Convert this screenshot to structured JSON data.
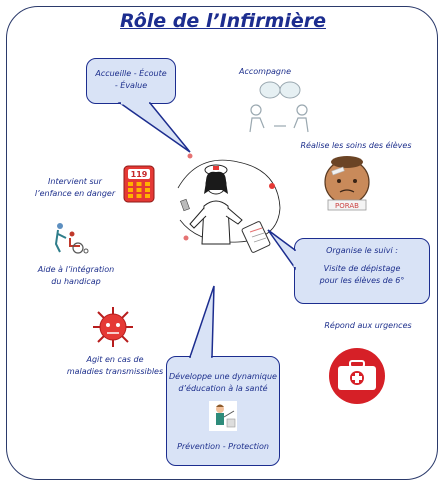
{
  "title": "Rôle de l’Infirmière",
  "roles": {
    "accueille_line1": "Accueille - Écoute",
    "accueille_line2": "- Évalue",
    "accompagne": "Accompagne",
    "soins": "Réalise les soins des élèves",
    "intervient_line1": "Intervient sur",
    "intervient_line2": "l’enfance en danger",
    "aide_line1": "Aide à l’intégration",
    "aide_line2": "du handicap",
    "suivi_title": "Organise le suivi :",
    "suivi_line1": "Visite de dépistage",
    "suivi_line2": "pour les élèves de 6°",
    "urgences": "Répond aux urgences",
    "agit_line1": "Agit en cas de",
    "agit_line2": "maladies transmissibles",
    "education_line1": "Développe une dynamique",
    "education_line2": "d’éducation à la santé",
    "prevention": "Prévention - Protection"
  },
  "icons": {
    "emergency_phone": "119",
    "mask_label": "PORAB"
  },
  "colors": {
    "text": "#1d2f8c",
    "bubble_fill": "#d9e3f6",
    "accent_red": "#d62027"
  }
}
